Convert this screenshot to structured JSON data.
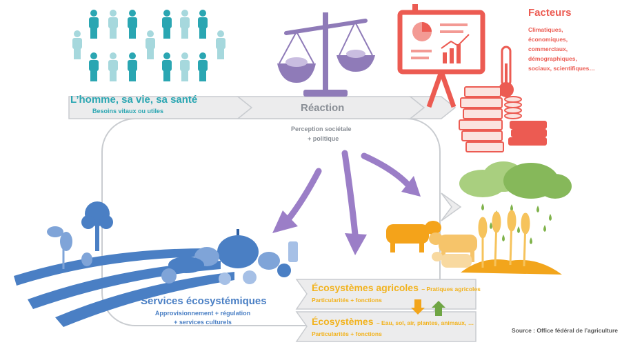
{
  "human": {
    "title": "L’homme, sa vie, sa santé",
    "subtitle": "Besoins vitaux ou utiles"
  },
  "reaction": {
    "title": "Réaction",
    "line1": "Perception sociétale",
    "line2": "+ politique"
  },
  "factors": {
    "title": "Facteurs",
    "items": [
      "Climatiques,",
      "économiques,",
      "commerciaux,",
      "démographiques,",
      "sociaux, scientifiques…"
    ]
  },
  "services": {
    "title": "Services écosystémiques",
    "line1": "Approvisionnement + régulation",
    "line2": "+ services culturels"
  },
  "agri": {
    "title": "Écosystèmes agricoles",
    "suffix": "– Pratiques agricoles",
    "subtitle": "Particularités + fonctions"
  },
  "eco": {
    "title": "Écosystèmes",
    "suffix": "– Eau, sol, air, plantes, animaux, …",
    "subtitle": "Particularités + fonctions"
  },
  "source": "Source : Office fédéral de l’agriculture",
  "colors": {
    "teal": "#2aa6b2",
    "teal_light": "#a6d8dd",
    "grey": "#8a8f96",
    "purple": "#9b7ec7",
    "red": "#ec5b52",
    "blue": "#4a7fc4",
    "yellow": "#f2b21c",
    "green": "#6fa544",
    "cloud": "#86b85a"
  }
}
